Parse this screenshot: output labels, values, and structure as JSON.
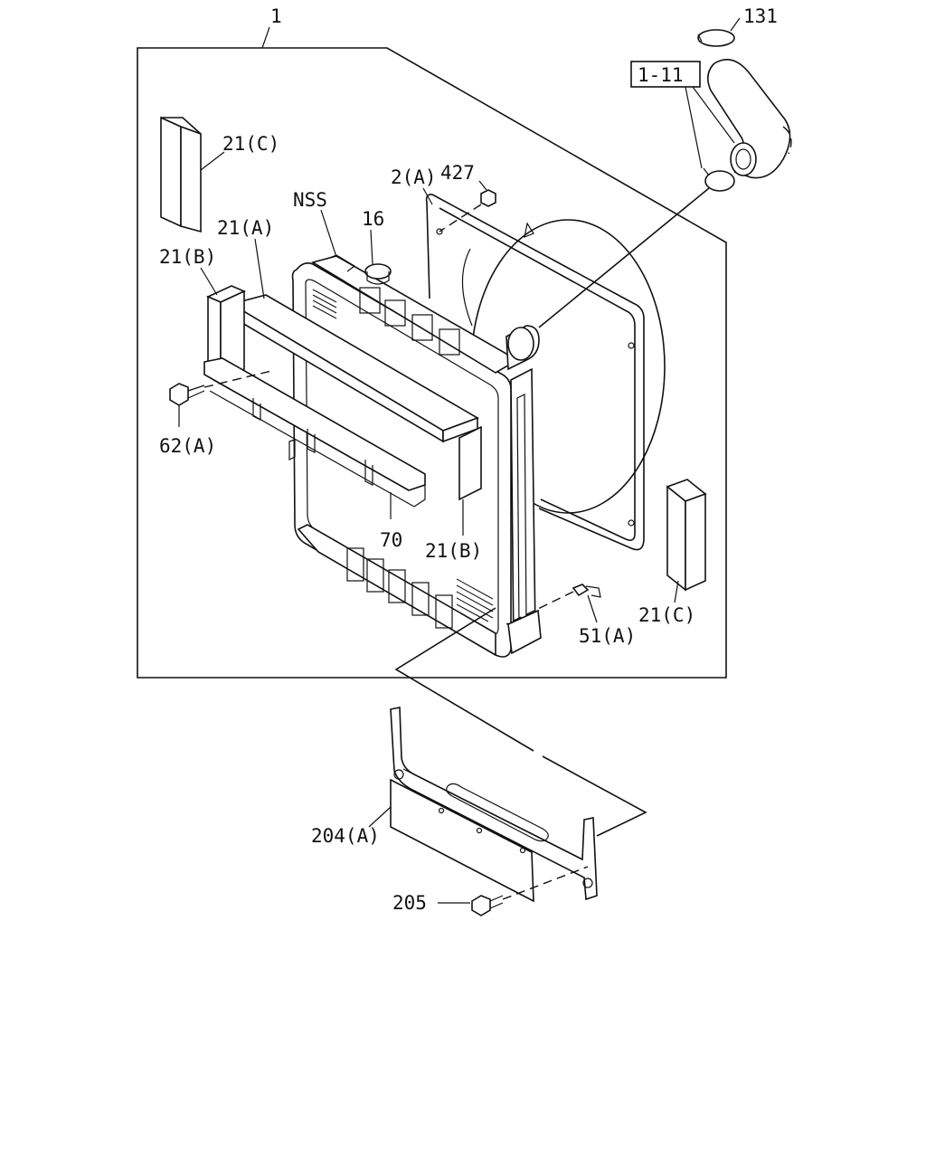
{
  "callouts": {
    "assembly": "1",
    "hose_clamp": "131",
    "hose_ref": "1-11",
    "seal_c_top": "21(C)",
    "shroud_a": "2(A)",
    "nut": "427",
    "nss": "NSS",
    "cap": "16",
    "seal_a": "21(A)",
    "seal_b_left": "21(B)",
    "bolt_62": "62(A)",
    "bracket_70": "70",
    "seal_b_right": "21(B)",
    "seal_c_right": "21(C)",
    "drain_51": "51(A)",
    "support_204": "204(A)",
    "bolt_205": "205"
  }
}
